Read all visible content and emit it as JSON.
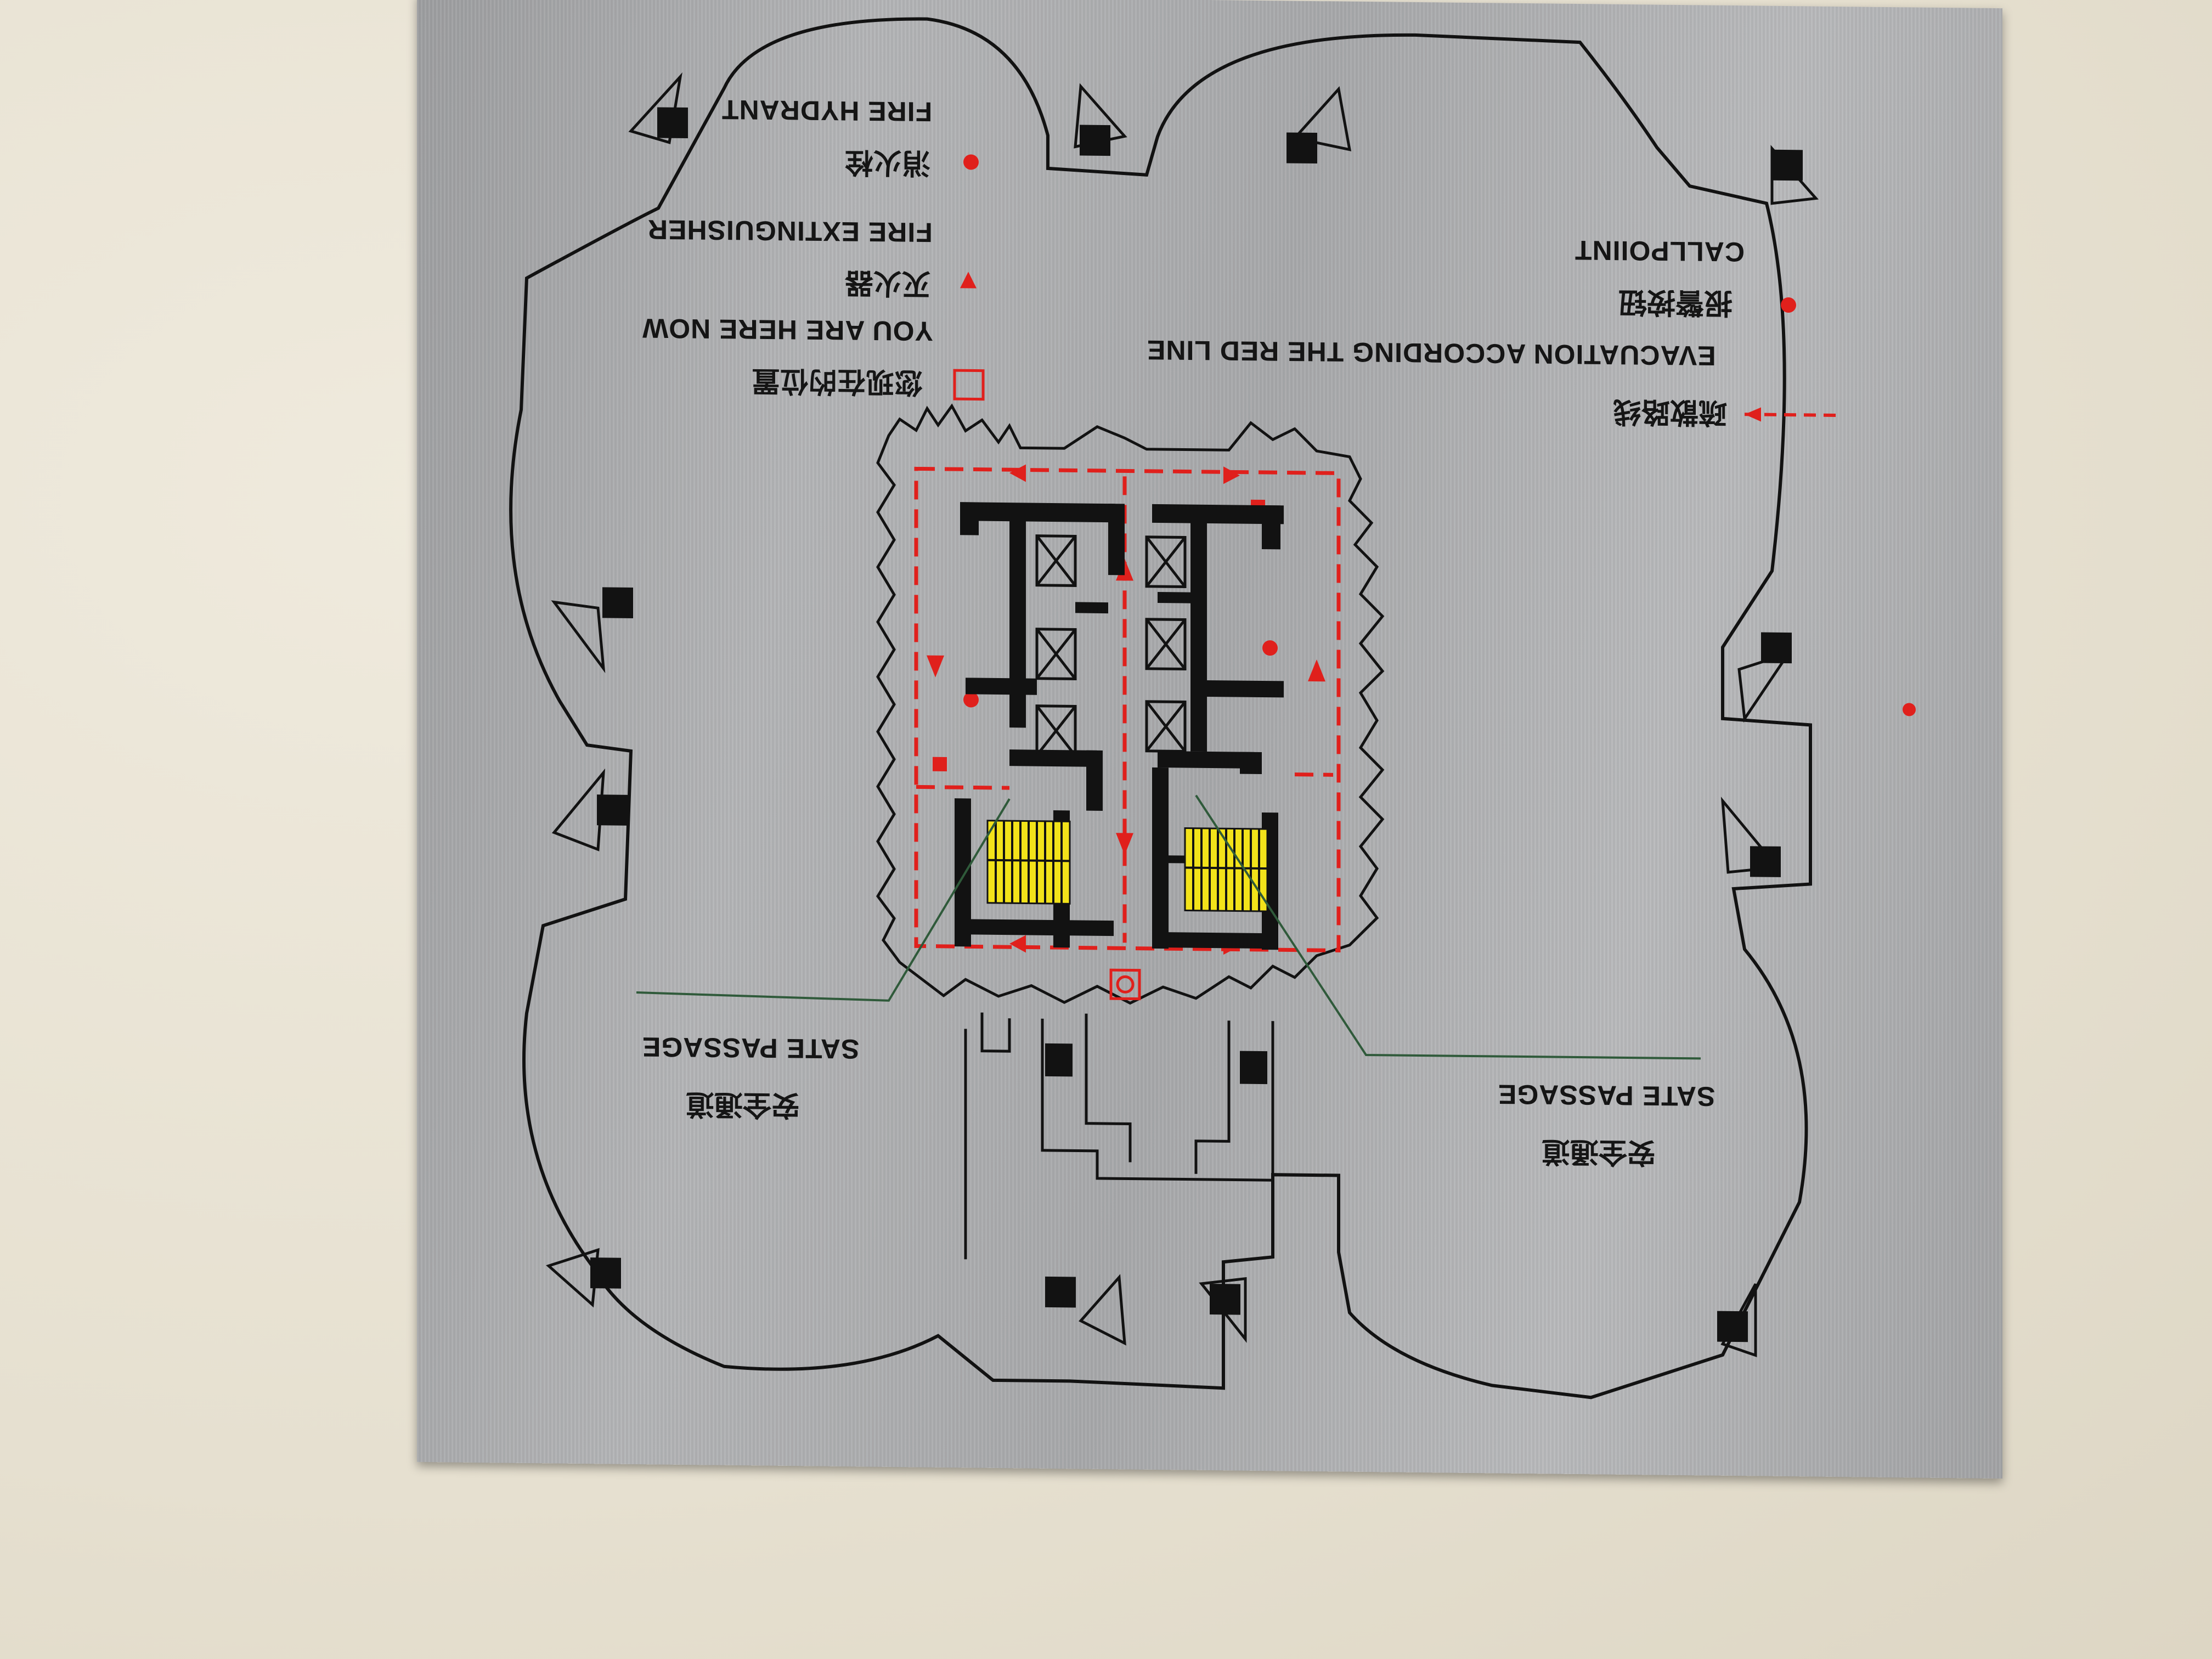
{
  "legend": {
    "fire_hydrant": {
      "cn": "消火栓",
      "en": "FIRE HYDRANT"
    },
    "fire_extinguisher": {
      "cn": "灭火器",
      "en": "FIRE EXTINGUISHER"
    },
    "you_are_here": {
      "cn": "您现在的位置",
      "en": "YOU ARE HERE NOW"
    },
    "callpoint": {
      "cn": "报警按钮",
      "en": "CALLPOIINT"
    },
    "evacuation": {
      "cn": "疏散路线",
      "en": "EVACUATION  ACCORDING  THE RED  LINE"
    }
  },
  "passages": {
    "left": {
      "cn": "安全通道",
      "en": "SATE PASSAGE"
    },
    "right": {
      "cn": "安全通道",
      "en": "SATE PASSAGE"
    }
  },
  "colors": {
    "route_red": "#e0201c",
    "stair_yellow": "#f2e21a",
    "wall_black": "#121212",
    "leader_green": "#2f5a3a",
    "plate_metal": "#a9aaac",
    "wall_beige": "#e9e4d6"
  },
  "icons": [
    "fire-hydrant-icon",
    "fire-extinguisher-icon",
    "you-are-here-icon",
    "callpoint-icon",
    "evacuation-route-icon",
    "stair-icon",
    "elevator-icon"
  ]
}
